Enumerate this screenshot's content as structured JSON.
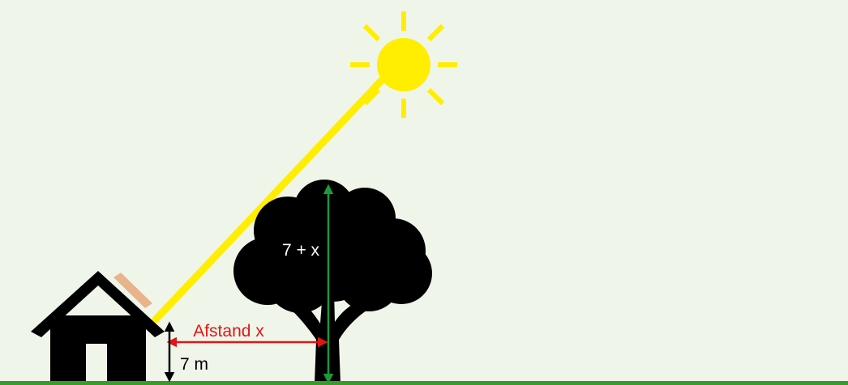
{
  "labels": {
    "tree_height": "7 + x",
    "distance": "Afstand x",
    "house_height": "7 m"
  },
  "colors": {
    "background": "#f0f5ea",
    "ground": "#3a9a2a",
    "sun": "#ffee00",
    "sun_ray": "#ffee00",
    "silhouette": "#000000",
    "solar_panel": "#e8b48c",
    "distance_arrow": "#e21515",
    "tree_height_arrow": "#1a9a3a",
    "house_height_arrow": "#000000",
    "tree_label_text": "#ffffff"
  },
  "icons": [
    "sun-icon",
    "house-icon",
    "tree-icon"
  ]
}
